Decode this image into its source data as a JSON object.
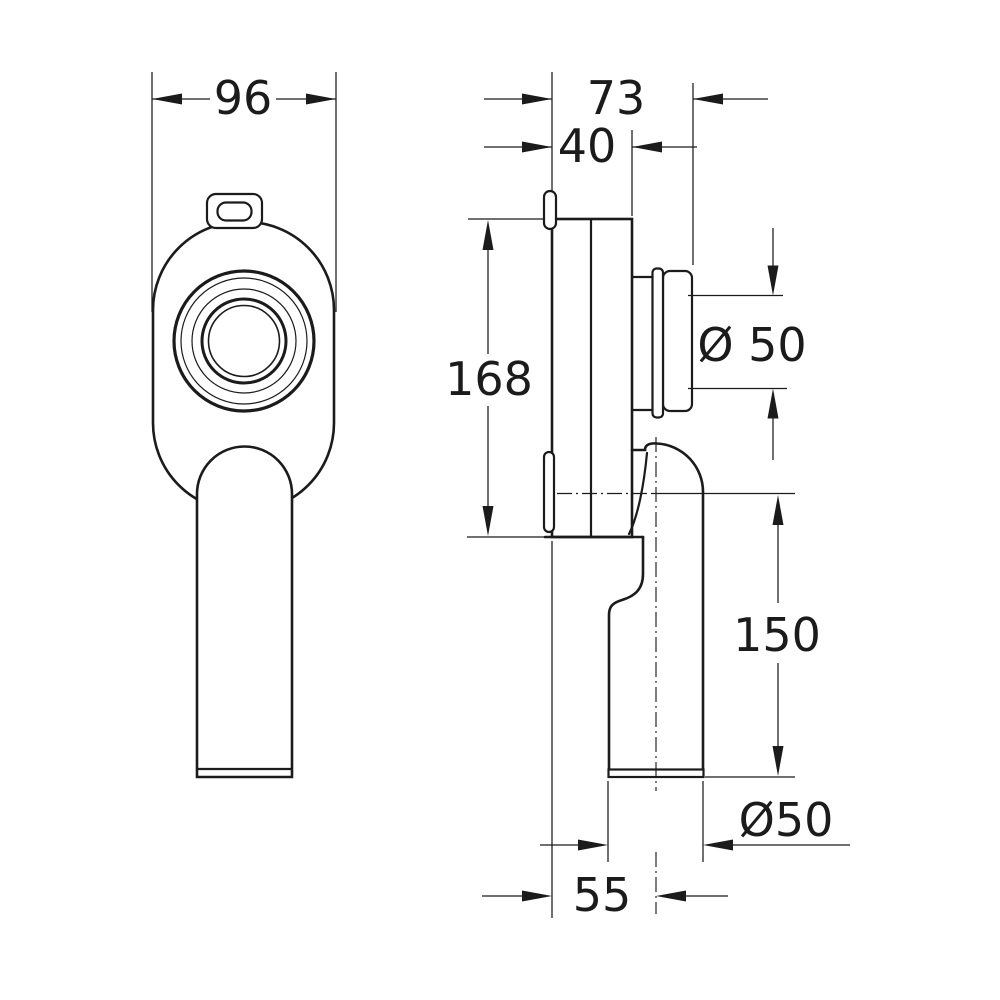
{
  "drawing": {
    "background": "#ffffff",
    "line_color": "#1b1b1b",
    "dimensions": {
      "width_96": {
        "label": "96"
      },
      "depth_73": {
        "label": "73"
      },
      "depth_40": {
        "label": "40"
      },
      "height_168": {
        "label": "168"
      },
      "outlet_diameter": {
        "label": "Ø 50"
      },
      "drop_150": {
        "label": "150"
      },
      "pipe_diameter": {
        "label": "Ø50"
      },
      "offset_55": {
        "label": "55"
      }
    }
  }
}
